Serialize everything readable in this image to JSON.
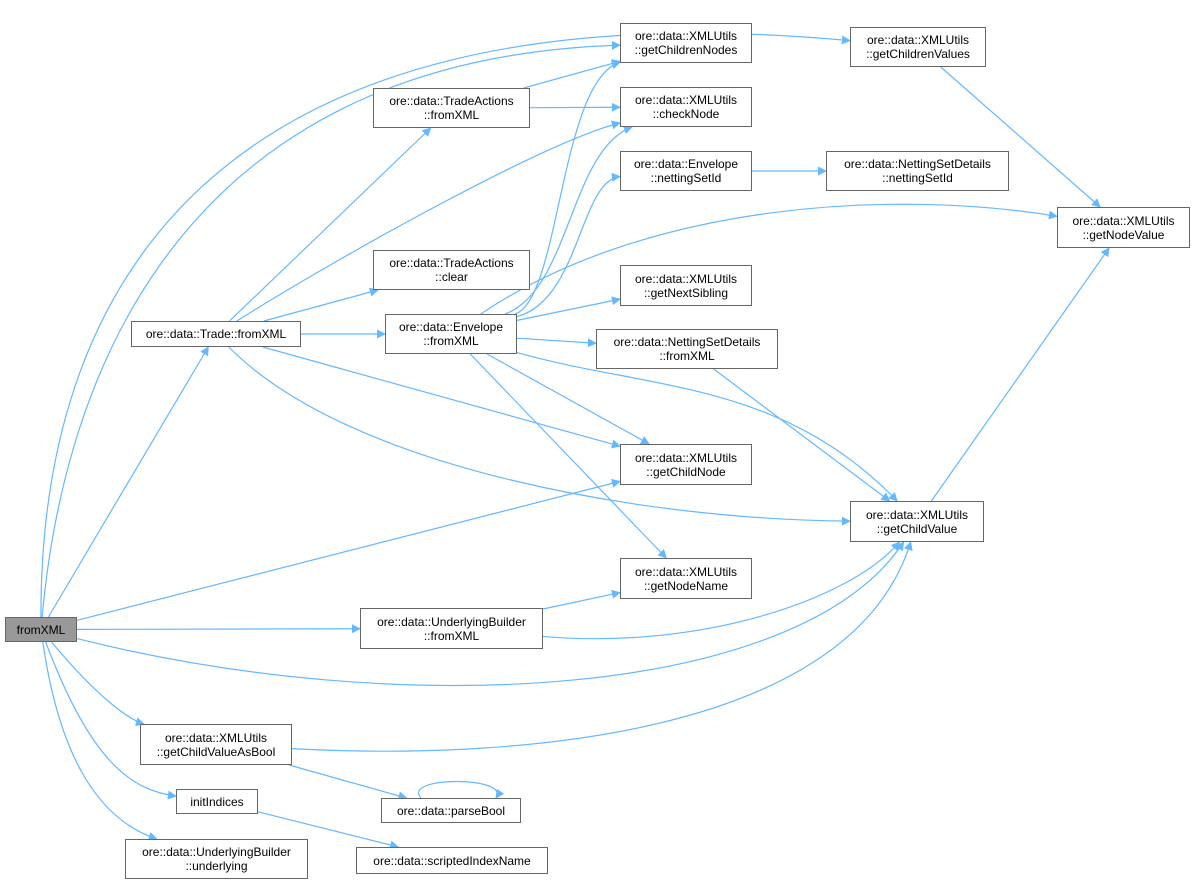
{
  "colors": {
    "edge": "#63b8ff",
    "root_fill": "#999999",
    "node_border": "#666666"
  },
  "nodes": {
    "root": {
      "l1": "fromXML",
      "l2": ""
    },
    "trade_fromxml": {
      "l1": "ore::data::Trade::fromXML",
      "l2": ""
    },
    "ta_fromxml": {
      "l1": "ore::data::TradeActions",
      "l2": "::fromXML"
    },
    "ta_clear": {
      "l1": "ore::data::TradeActions",
      "l2": "::clear"
    },
    "env_fromxml": {
      "l1": "ore::data::Envelope",
      "l2": "::fromXML"
    },
    "get_children_nodes": {
      "l1": "ore::data::XMLUtils",
      "l2": "::getChildrenNodes"
    },
    "check_node": {
      "l1": "ore::data::XMLUtils",
      "l2": "::checkNode"
    },
    "env_nettingsetid": {
      "l1": "ore::data::Envelope",
      "l2": "::nettingSetId"
    },
    "nsd_nettingsetid": {
      "l1": "ore::data::NettingSetDetails",
      "l2": "::nettingSetId"
    },
    "get_children_values": {
      "l1": "ore::data::XMLUtils",
      "l2": "::getChildrenValues"
    },
    "get_node_value": {
      "l1": "ore::data::XMLUtils",
      "l2": "::getNodeValue"
    },
    "get_next_sibling": {
      "l1": "ore::data::XMLUtils",
      "l2": "::getNextSibling"
    },
    "nsd_fromxml": {
      "l1": "ore::data::NettingSetDetails",
      "l2": "::fromXML"
    },
    "get_child_node": {
      "l1": "ore::data::XMLUtils",
      "l2": "::getChildNode"
    },
    "get_child_value": {
      "l1": "ore::data::XMLUtils",
      "l2": "::getChildValue"
    },
    "get_node_name": {
      "l1": "ore::data::XMLUtils",
      "l2": "::getNodeName"
    },
    "ub_fromxml": {
      "l1": "ore::data::UnderlyingBuilder",
      "l2": "::fromXML"
    },
    "get_child_value_as_bool": {
      "l1": "ore::data::XMLUtils",
      "l2": "::getChildValueAsBool"
    },
    "init_indices": {
      "l1": "initIndices",
      "l2": ""
    },
    "parse_bool": {
      "l1": "ore::data::parseBool",
      "l2": ""
    },
    "scripted_index_name": {
      "l1": "ore::data::scriptedIndexName",
      "l2": ""
    },
    "ub_underlying": {
      "l1": "ore::data::UnderlyingBuilder",
      "l2": "::underlying"
    }
  },
  "edges": [
    [
      "root",
      "get_children_nodes"
    ],
    [
      "root",
      "get_children_values"
    ],
    [
      "root",
      "trade_fromxml"
    ],
    [
      "root",
      "get_child_node"
    ],
    [
      "root",
      "ub_fromxml"
    ],
    [
      "root",
      "get_child_value"
    ],
    [
      "root",
      "get_child_value_as_bool"
    ],
    [
      "root",
      "init_indices"
    ],
    [
      "root",
      "ub_underlying"
    ],
    [
      "trade_fromxml",
      "ta_fromxml"
    ],
    [
      "trade_fromxml",
      "check_node"
    ],
    [
      "trade_fromxml",
      "ta_clear"
    ],
    [
      "trade_fromxml",
      "env_fromxml"
    ],
    [
      "trade_fromxml",
      "get_child_node"
    ],
    [
      "trade_fromxml",
      "get_child_value"
    ],
    [
      "ta_fromxml",
      "get_children_nodes"
    ],
    [
      "ta_fromxml",
      "check_node"
    ],
    [
      "env_fromxml",
      "get_children_nodes"
    ],
    [
      "env_fromxml",
      "check_node"
    ],
    [
      "env_fromxml",
      "env_nettingsetid"
    ],
    [
      "env_fromxml",
      "get_node_value"
    ],
    [
      "env_fromxml",
      "get_next_sibling"
    ],
    [
      "env_fromxml",
      "nsd_fromxml"
    ],
    [
      "env_fromxml",
      "get_child_node"
    ],
    [
      "env_fromxml",
      "get_child_value"
    ],
    [
      "env_fromxml",
      "get_node_name"
    ],
    [
      "env_nettingsetid",
      "nsd_nettingsetid"
    ],
    [
      "get_children_values",
      "get_node_value"
    ],
    [
      "nsd_fromxml",
      "get_child_value"
    ],
    [
      "get_child_value",
      "get_node_value"
    ],
    [
      "ub_fromxml",
      "get_node_name"
    ],
    [
      "ub_fromxml",
      "get_child_value"
    ],
    [
      "get_child_value_as_bool",
      "get_child_value"
    ],
    [
      "get_child_value_as_bool",
      "parse_bool"
    ],
    [
      "parse_bool",
      "parse_bool"
    ],
    [
      "init_indices",
      "scripted_index_name"
    ]
  ]
}
